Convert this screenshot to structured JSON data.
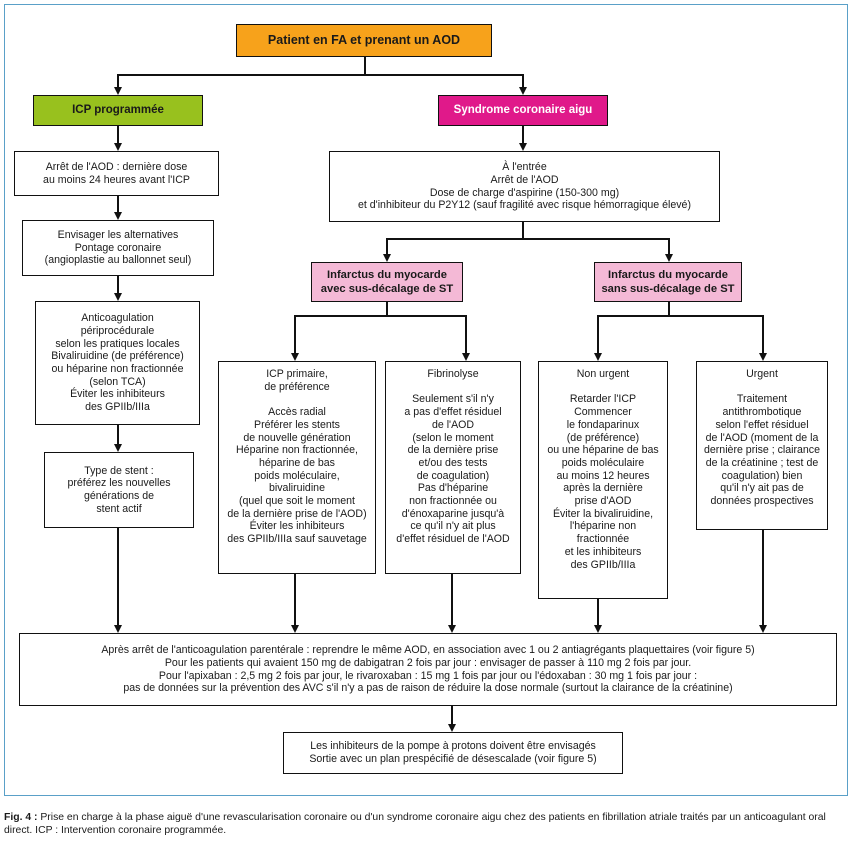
{
  "nodes": {
    "patient": {
      "lines": [
        "Patient en FA et prenant un AOD"
      ]
    },
    "icp_prog": {
      "lines": [
        "ICP programmée"
      ]
    },
    "sca": {
      "lines": [
        "Syndrome coronaire aigu"
      ]
    },
    "arret_aod": {
      "lines": [
        "Arrêt de l'AOD : dernière dose",
        "au moins 24 heures avant l'ICP"
      ]
    },
    "alternatives": {
      "lines": [
        "Envisager les alternatives",
        "Pontage coronaire",
        "(angioplastie au ballonnet seul)"
      ]
    },
    "anticoag": {
      "lines": [
        "Anticoagulation",
        "périprocédurale",
        "selon les pratiques locales",
        "Bivaliruidine (de préférence)",
        "ou héparine non fractionnée",
        "(selon TCA)",
        "Éviter les inhibiteurs",
        "des GPIIb/IIIa"
      ]
    },
    "stent": {
      "lines": [
        "Type de stent :",
        "préférez les nouvelles",
        "générations de",
        "stent actif"
      ]
    },
    "entree": {
      "lines": [
        "À l'entrée",
        "Arrêt de l'AOD",
        "Dose de charge d'aspirine (150-300 mg)",
        "et d'inhibiteur du P2Y12 (sauf fragilité avec risque hémorragique élevé)"
      ]
    },
    "idm_st": {
      "lines": [
        "Infarctus du myocarde",
        "avec sus-décalage de ST"
      ]
    },
    "idm_nst": {
      "lines": [
        "Infarctus du myocarde",
        "sans sus-décalage de ST"
      ]
    },
    "icp_primaire": {
      "lines": [
        "ICP primaire,",
        "de préférence",
        "",
        "Accès radial",
        "Préférer les stents",
        "de nouvelle génération",
        "Héparine non fractionnée,",
        "héparine de bas",
        "poids moléculaire,",
        "bivaliruidine",
        "(quel que soit le moment",
        "de la dernière prise de l'AOD)",
        "Éviter les inhibiteurs",
        "des GPIIb/IIIa sauf sauvetage"
      ]
    },
    "fibrinolyse": {
      "lines": [
        "Fibrinolyse",
        "",
        "Seulement s'il n'y",
        "a pas d'effet résiduel",
        "de l'AOD",
        "(selon le moment",
        "de la dernière prise",
        "et/ou des tests",
        "de coagulation)",
        "Pas d'héparine",
        "non fractionnée ou",
        "d'énoxaparine jusqu'à",
        "ce qu'il n'y ait plus",
        "d'effet résiduel de l'AOD"
      ]
    },
    "non_urgent": {
      "lines": [
        "Non urgent",
        "",
        "Retarder l'ICP",
        "Commencer",
        "le fondaparinux",
        "(de préférence)",
        "ou une héparine de bas",
        "poids moléculaire",
        "au moins 12 heures",
        "après la dernière",
        "prise d'AOD",
        "Éviter la bivaliruidine,",
        "l'héparine non",
        "fractionnée",
        "et les inhibiteurs",
        "des GPIIb/IIIa"
      ]
    },
    "urgent": {
      "lines": [
        "Urgent",
        "",
        "Traitement",
        "antithrombotique",
        "selon l'effet résiduel",
        "de l'AOD (moment de la",
        "dernière prise ; clairance",
        "de la créatinine ; test de",
        "coagulation) bien",
        "qu'il n'y ait pas de",
        "données prospectives"
      ]
    },
    "apres": {
      "lines": [
        "Après arrêt de l'anticoagulation parentérale : reprendre le même AOD, en association avec 1 ou 2 antiagrégants plaquettaires (voir figure 5)",
        "Pour les patients qui avaient 150 mg de dabigatran 2 fois par jour : envisager de passer à 110 mg 2 fois par jour.",
        "Pour l'apixaban : 2,5 mg 2 fois par jour, le rivaroxaban : 15 mg 1 fois par jour ou l'édoxaban : 30 mg 1 fois par jour :",
        "pas de données sur la prévention des AVC s'il n'y a pas de raison de réduire la dose normale (surtout la clairance de la créatinine)"
      ]
    },
    "ipp": {
      "lines": [
        "Les inhibiteurs de la pompe à protons doivent être envisagés",
        "Sortie avec un plan prespécifié de désescalade (voir figure 5)"
      ]
    }
  },
  "caption": {
    "label": "Fig. 4 :",
    "text": " Prise en charge à la phase aiguë d'une revascularisation coronaire ou d'un syndrome coronaire aigu chez des patients en fibrillation atriale traités par un anticoagulant oral direct. ICP : Intervention coronaire programmée."
  },
  "colors": {
    "orange": "#f7a21b",
    "green": "#98c11e",
    "magenta": "#e0198a",
    "pink": "#f4b9d6"
  }
}
